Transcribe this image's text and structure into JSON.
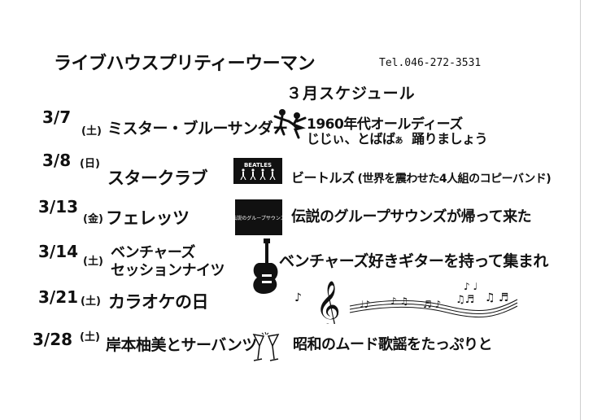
{
  "header": {
    "venue": "ライブハウスプリティーウーマン",
    "tel": "Tel.046-272-3531",
    "subtitle": "３月スケジュール"
  },
  "events": [
    {
      "date": "3/7",
      "day": "(土)",
      "artist": "ミスター・ブルーサンダー",
      "desc_line1": "1960年代オールディーズ",
      "desc_line2_a": "じじぃ、とばば",
      "desc_line2_small": "あ",
      "desc_line2_b": "踊りましょう"
    },
    {
      "date": "3/8",
      "day": "(日)",
      "artist": "スタークラブ",
      "logo_text": "BEATLES",
      "desc_main": "ビートルズ",
      "desc_note": "(世界を震わせた4人組のコピーバンド)"
    },
    {
      "date": "3/13",
      "day": "(金)",
      "artist": "フェレッツ",
      "logo_text": "伝説のグループサウンズ",
      "desc": "伝説のグループサウンズが帰って来た"
    },
    {
      "date": "3/14",
      "day": "(土)",
      "artist_line1": "ベンチャーズ",
      "artist_line2": "セッションナイツ",
      "desc": "ベンチャーズ好きギターを持って集まれ"
    },
    {
      "date": "3/21",
      "day": "(土)",
      "artist": "カラオケの日"
    },
    {
      "date": "3/28",
      "day": "(土)",
      "artist": "岸本柚美とサーバンツ",
      "desc": "昭和のムード歌謡をたっぷりと"
    }
  ]
}
